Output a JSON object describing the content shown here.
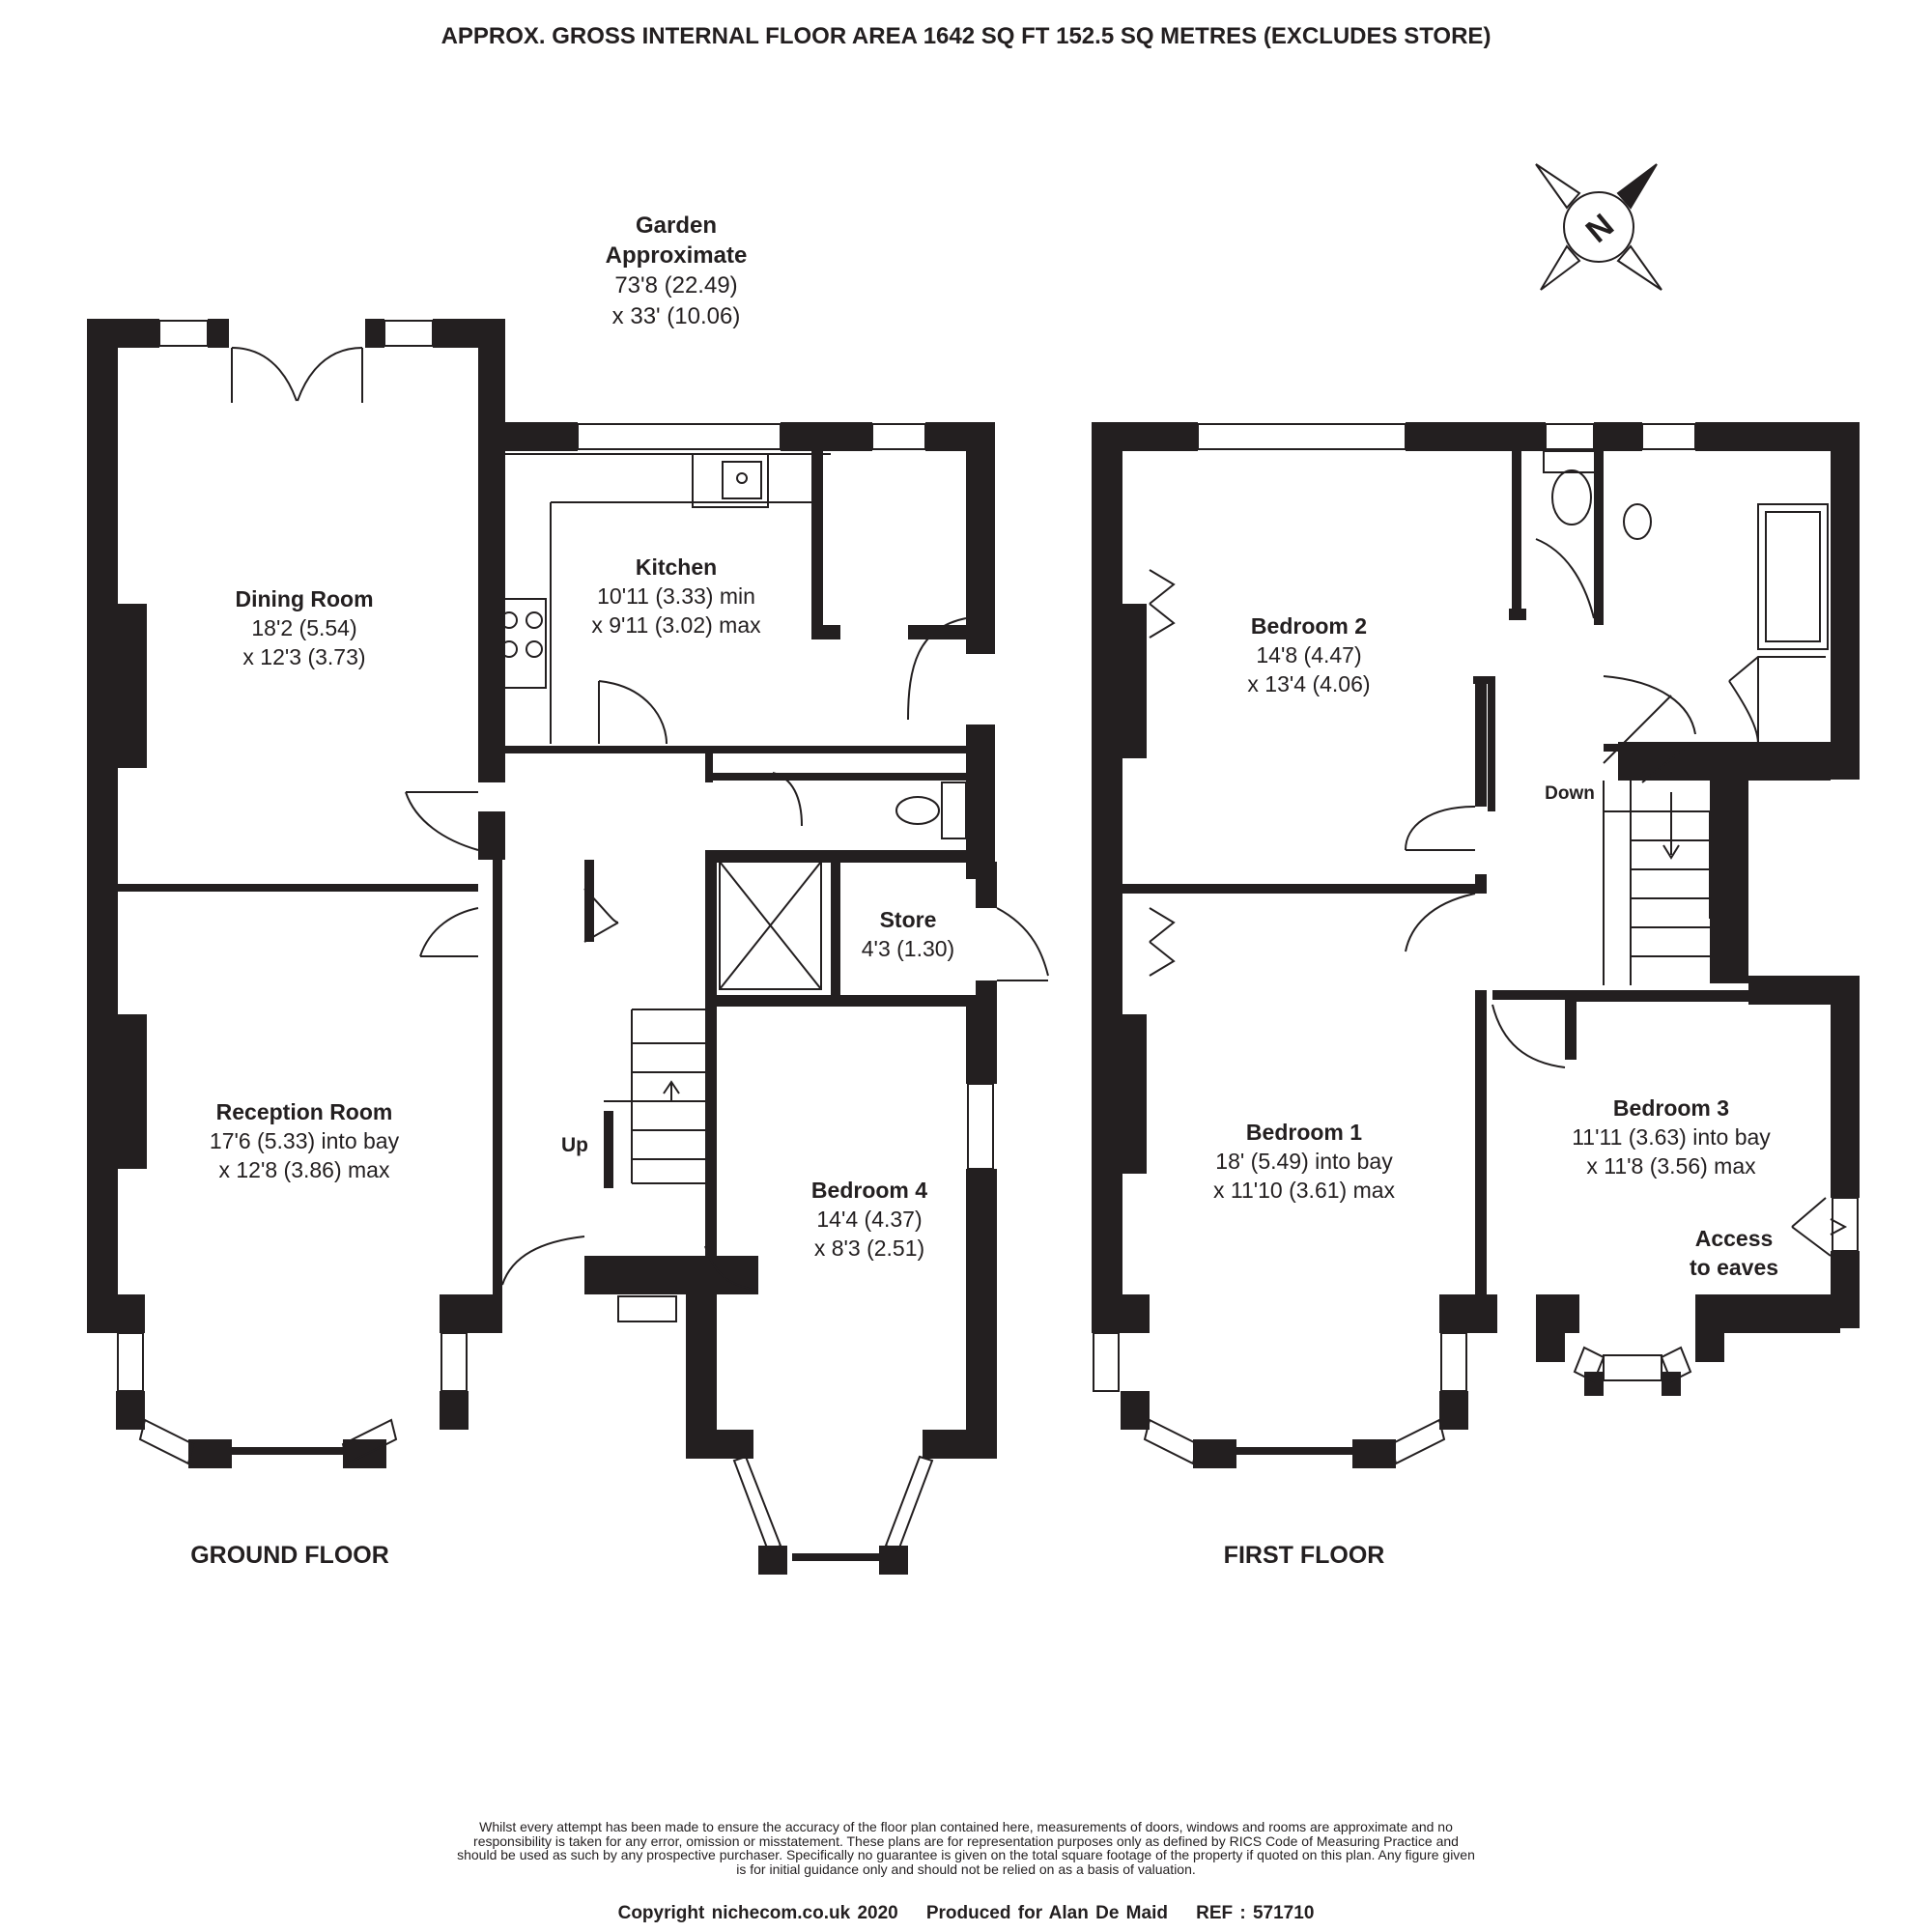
{
  "header": {
    "area_title": "APPROX. GROSS INTERNAL FLOOR AREA 1642 SQ FT 152.5 SQ METRES (EXCLUDES STORE)"
  },
  "garden": {
    "name": "Garden",
    "name2": "Approximate",
    "dim1": "73'8 (22.49)",
    "dim2": "x 33' (10.06)"
  },
  "ground_floor": {
    "label": "GROUND FLOOR",
    "rooms": {
      "dining": {
        "name": "Dining Room",
        "dim1": "18'2 (5.54)",
        "dim2": "x 12'3 (3.73)"
      },
      "kitchen": {
        "name": "Kitchen",
        "dim1": "10'11 (3.33) min",
        "dim2": "x 9'11 (3.02) max"
      },
      "reception": {
        "name": "Reception Room",
        "dim1": "17'6 (5.33) into bay",
        "dim2": "x 12'8 (3.86) max"
      },
      "store": {
        "name": "Store",
        "dim1": "4'3 (1.30)"
      },
      "bedroom4": {
        "name": "Bedroom 4",
        "dim1": "14'4 (4.37)",
        "dim2": "x 8'3 (2.51)"
      }
    },
    "stairs_label": "Up"
  },
  "first_floor": {
    "label": "FIRST FLOOR",
    "rooms": {
      "bedroom2": {
        "name": "Bedroom 2",
        "dim1": "14'8 (4.47)",
        "dim2": "x 13'4 (4.06)"
      },
      "bedroom1": {
        "name": "Bedroom 1",
        "dim1": "18' (5.49) into bay",
        "dim2": "x 11'10 (3.61) max"
      },
      "bedroom3": {
        "name": "Bedroom 3",
        "dim1": "11'11 (3.63) into bay",
        "dim2": "x 11'8 (3.56) max"
      }
    },
    "stairs_label": "Down",
    "eaves_label_1": "Access",
    "eaves_label_2": "to eaves"
  },
  "compass": {
    "letter": "N"
  },
  "disclaimer": "Whilst every attempt has been made to ensure the accuracy of the floor plan contained here, measurements of doors, windows and rooms are approximate and no responsibility is taken for any error, omission or misstatement. These plans are for representation purposes only as defined by RICS Code of Measuring Practice and should be used as such by any prospective purchaser. Specifically no guarantee is given on the total square footage of the property if quoted on this plan. Any figure given is for initial guidance only and should not be relied on as a basis of valuation.",
  "footer": {
    "copyright": "Copyright nichecom.co.uk 2020",
    "produced": "Produced for Alan De Maid",
    "ref": "REF : 571710"
  },
  "colors": {
    "wall": "#231f20",
    "background": "#ffffff"
  }
}
